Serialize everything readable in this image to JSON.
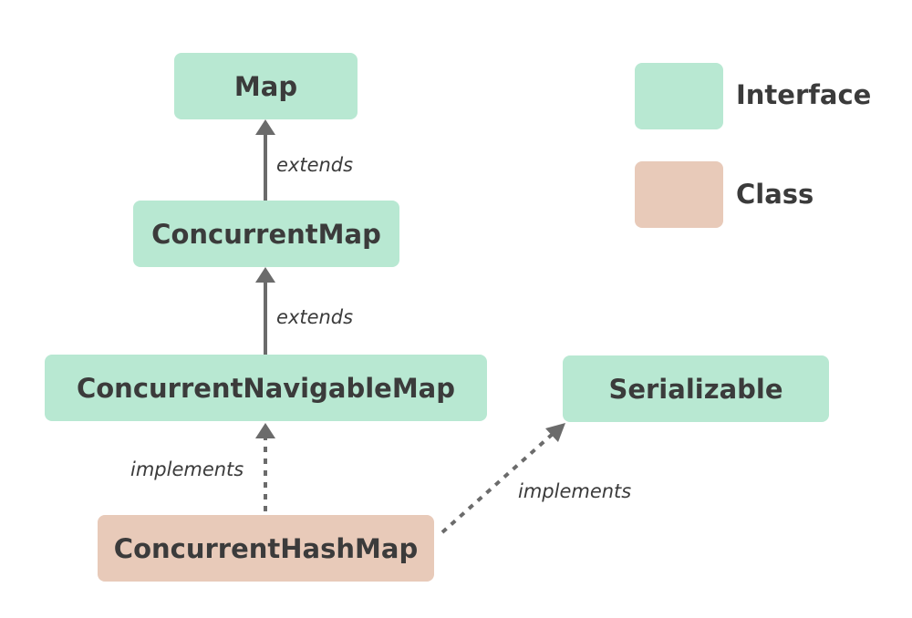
{
  "nodes": {
    "map": "Map",
    "concurrent_map": "ConcurrentMap",
    "concurrent_navigable_map": "ConcurrentNavigableMap",
    "concurrent_hash_map": "ConcurrentHashMap",
    "serializable": "Serializable"
  },
  "edges": {
    "cmap_to_map": "extends",
    "cnmap_to_cmap": "extends",
    "chm_to_cnmap": "implements",
    "chm_to_ser": "implements"
  },
  "legend": {
    "interface_label": "Interface",
    "class_label": "Class"
  },
  "colors": {
    "interface": "#b8e8d2",
    "class": "#e8cab9",
    "arrow": "#6b6b6b",
    "text": "#3b3b3b"
  }
}
